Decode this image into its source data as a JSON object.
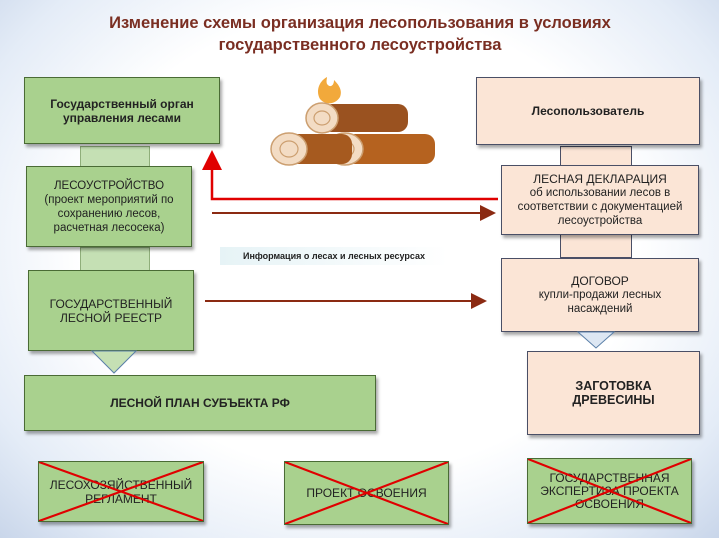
{
  "title": {
    "line1": "Изменение схемы организация лесопользования в условиях",
    "line2": "государственного лесоустройства"
  },
  "left": {
    "organ": "Государственный  орган управления  лесами",
    "lesoustroystvo_title": "ЛЕСОУСТРОЙСТВО",
    "lesoustroystvo_text": "(проект мероприятий по сохранению лесов, расчетная лесосека)",
    "reestr": "ГОСУДАРСТВЕННЫЙ ЛЕСНОЙ РЕЕСТР",
    "plan": "ЛЕСНОЙ ПЛАН СУБЪЕКТА РФ"
  },
  "right": {
    "user": "Лесопользователь",
    "declaration_title": "ЛЕСНАЯ ДЕКЛАРАЦИЯ",
    "declaration_text": "об использовании лесов в соответствии с документацией лесоустройства",
    "contract_title": "ДОГОВОР",
    "contract_text": "купли-продажи лесных насаждений",
    "harvest": "ЗАГОТОВКА ДРЕВЕСИНЫ"
  },
  "info_label": "Информация  о лесах и лесных ресурсах",
  "crossed": {
    "reglament": "ЛЕСОХОЗЯЙСТВЕННЫЙ РЕГЛАМЕНТ",
    "project": "ПРОЕКТ ОСВОЕНИЯ",
    "expertise": "ГОСУДАРСТВЕННАЯ ЭКСПЕРТИЗА ПРОЕКТА ОСВОЕНИЯ"
  },
  "colors": {
    "title": "#7a2e22",
    "green_box": "#a9d18e",
    "peach_box": "#fbe5d6",
    "arrow_red": "#e00000",
    "arrow_brown": "#8b2a12",
    "cross": "#e00000"
  },
  "icons": [
    "firewood-logs-icon"
  ]
}
